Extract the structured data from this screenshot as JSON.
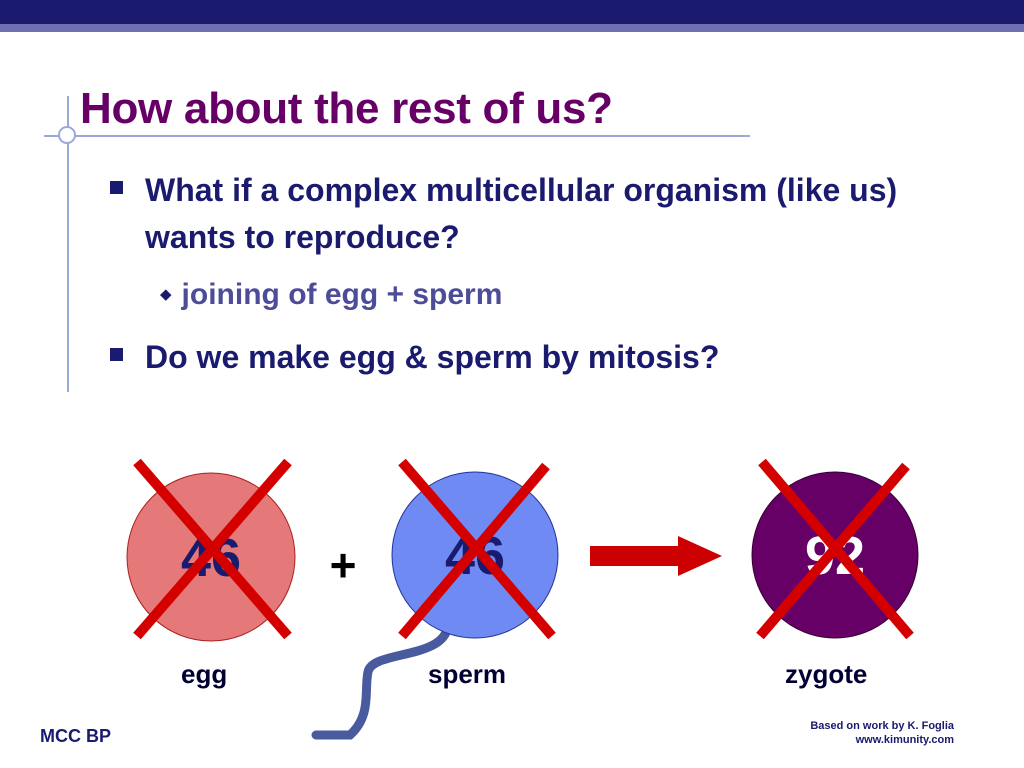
{
  "slide": {
    "title": "How about the rest of us?",
    "bullets": [
      "What if a complex multicellular organism (like us) wants to reproduce?",
      "Do we make egg & sperm by mitosis?"
    ],
    "sub_bullet": "joining of egg + sperm"
  },
  "diagram": {
    "egg_number": "46",
    "sperm_number": "46",
    "zygote_number": "92",
    "plus": "+",
    "egg_label": "egg",
    "sperm_label": "sperm",
    "zygote_label": "zygote",
    "colors": {
      "egg": "#e57878",
      "sperm": "#6f8af2",
      "zygote": "#660066",
      "cross": "#d40000",
      "arrow": "#cc0000"
    }
  },
  "footer": {
    "left": "MCC BP",
    "credit_line1": "Based on work by K. Foglia",
    "credit_line2": "www.kimunity.com"
  }
}
